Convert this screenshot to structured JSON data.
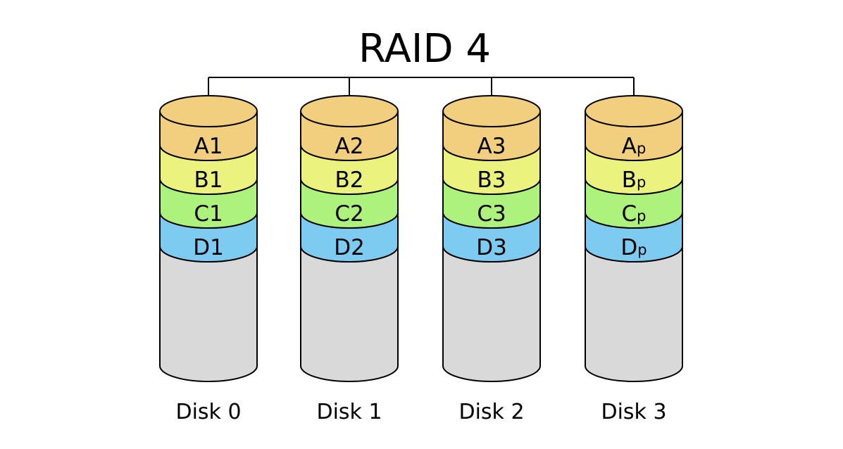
{
  "title": "RAID 4",
  "colors": {
    "row_a": "#f2cf7e",
    "row_b": "#ecf27e",
    "row_c": "#aef27e",
    "row_d": "#7ecbf2",
    "empty": "#d9d9d9",
    "line": "#000000"
  },
  "disks": [
    {
      "label": "Disk 0",
      "blocks": [
        {
          "main": "A1",
          "sub": ""
        },
        {
          "main": "B1",
          "sub": ""
        },
        {
          "main": "C1",
          "sub": ""
        },
        {
          "main": "D1",
          "sub": ""
        }
      ]
    },
    {
      "label": "Disk 1",
      "blocks": [
        {
          "main": "A2",
          "sub": ""
        },
        {
          "main": "B2",
          "sub": ""
        },
        {
          "main": "C2",
          "sub": ""
        },
        {
          "main": "D2",
          "sub": ""
        }
      ]
    },
    {
      "label": "Disk 2",
      "blocks": [
        {
          "main": "A3",
          "sub": ""
        },
        {
          "main": "B3",
          "sub": ""
        },
        {
          "main": "C3",
          "sub": ""
        },
        {
          "main": "D3",
          "sub": ""
        }
      ]
    },
    {
      "label": "Disk 3",
      "blocks": [
        {
          "main": "A",
          "sub": "p"
        },
        {
          "main": "B",
          "sub": "p"
        },
        {
          "main": "C",
          "sub": "p"
        },
        {
          "main": "D",
          "sub": "p"
        }
      ]
    }
  ]
}
